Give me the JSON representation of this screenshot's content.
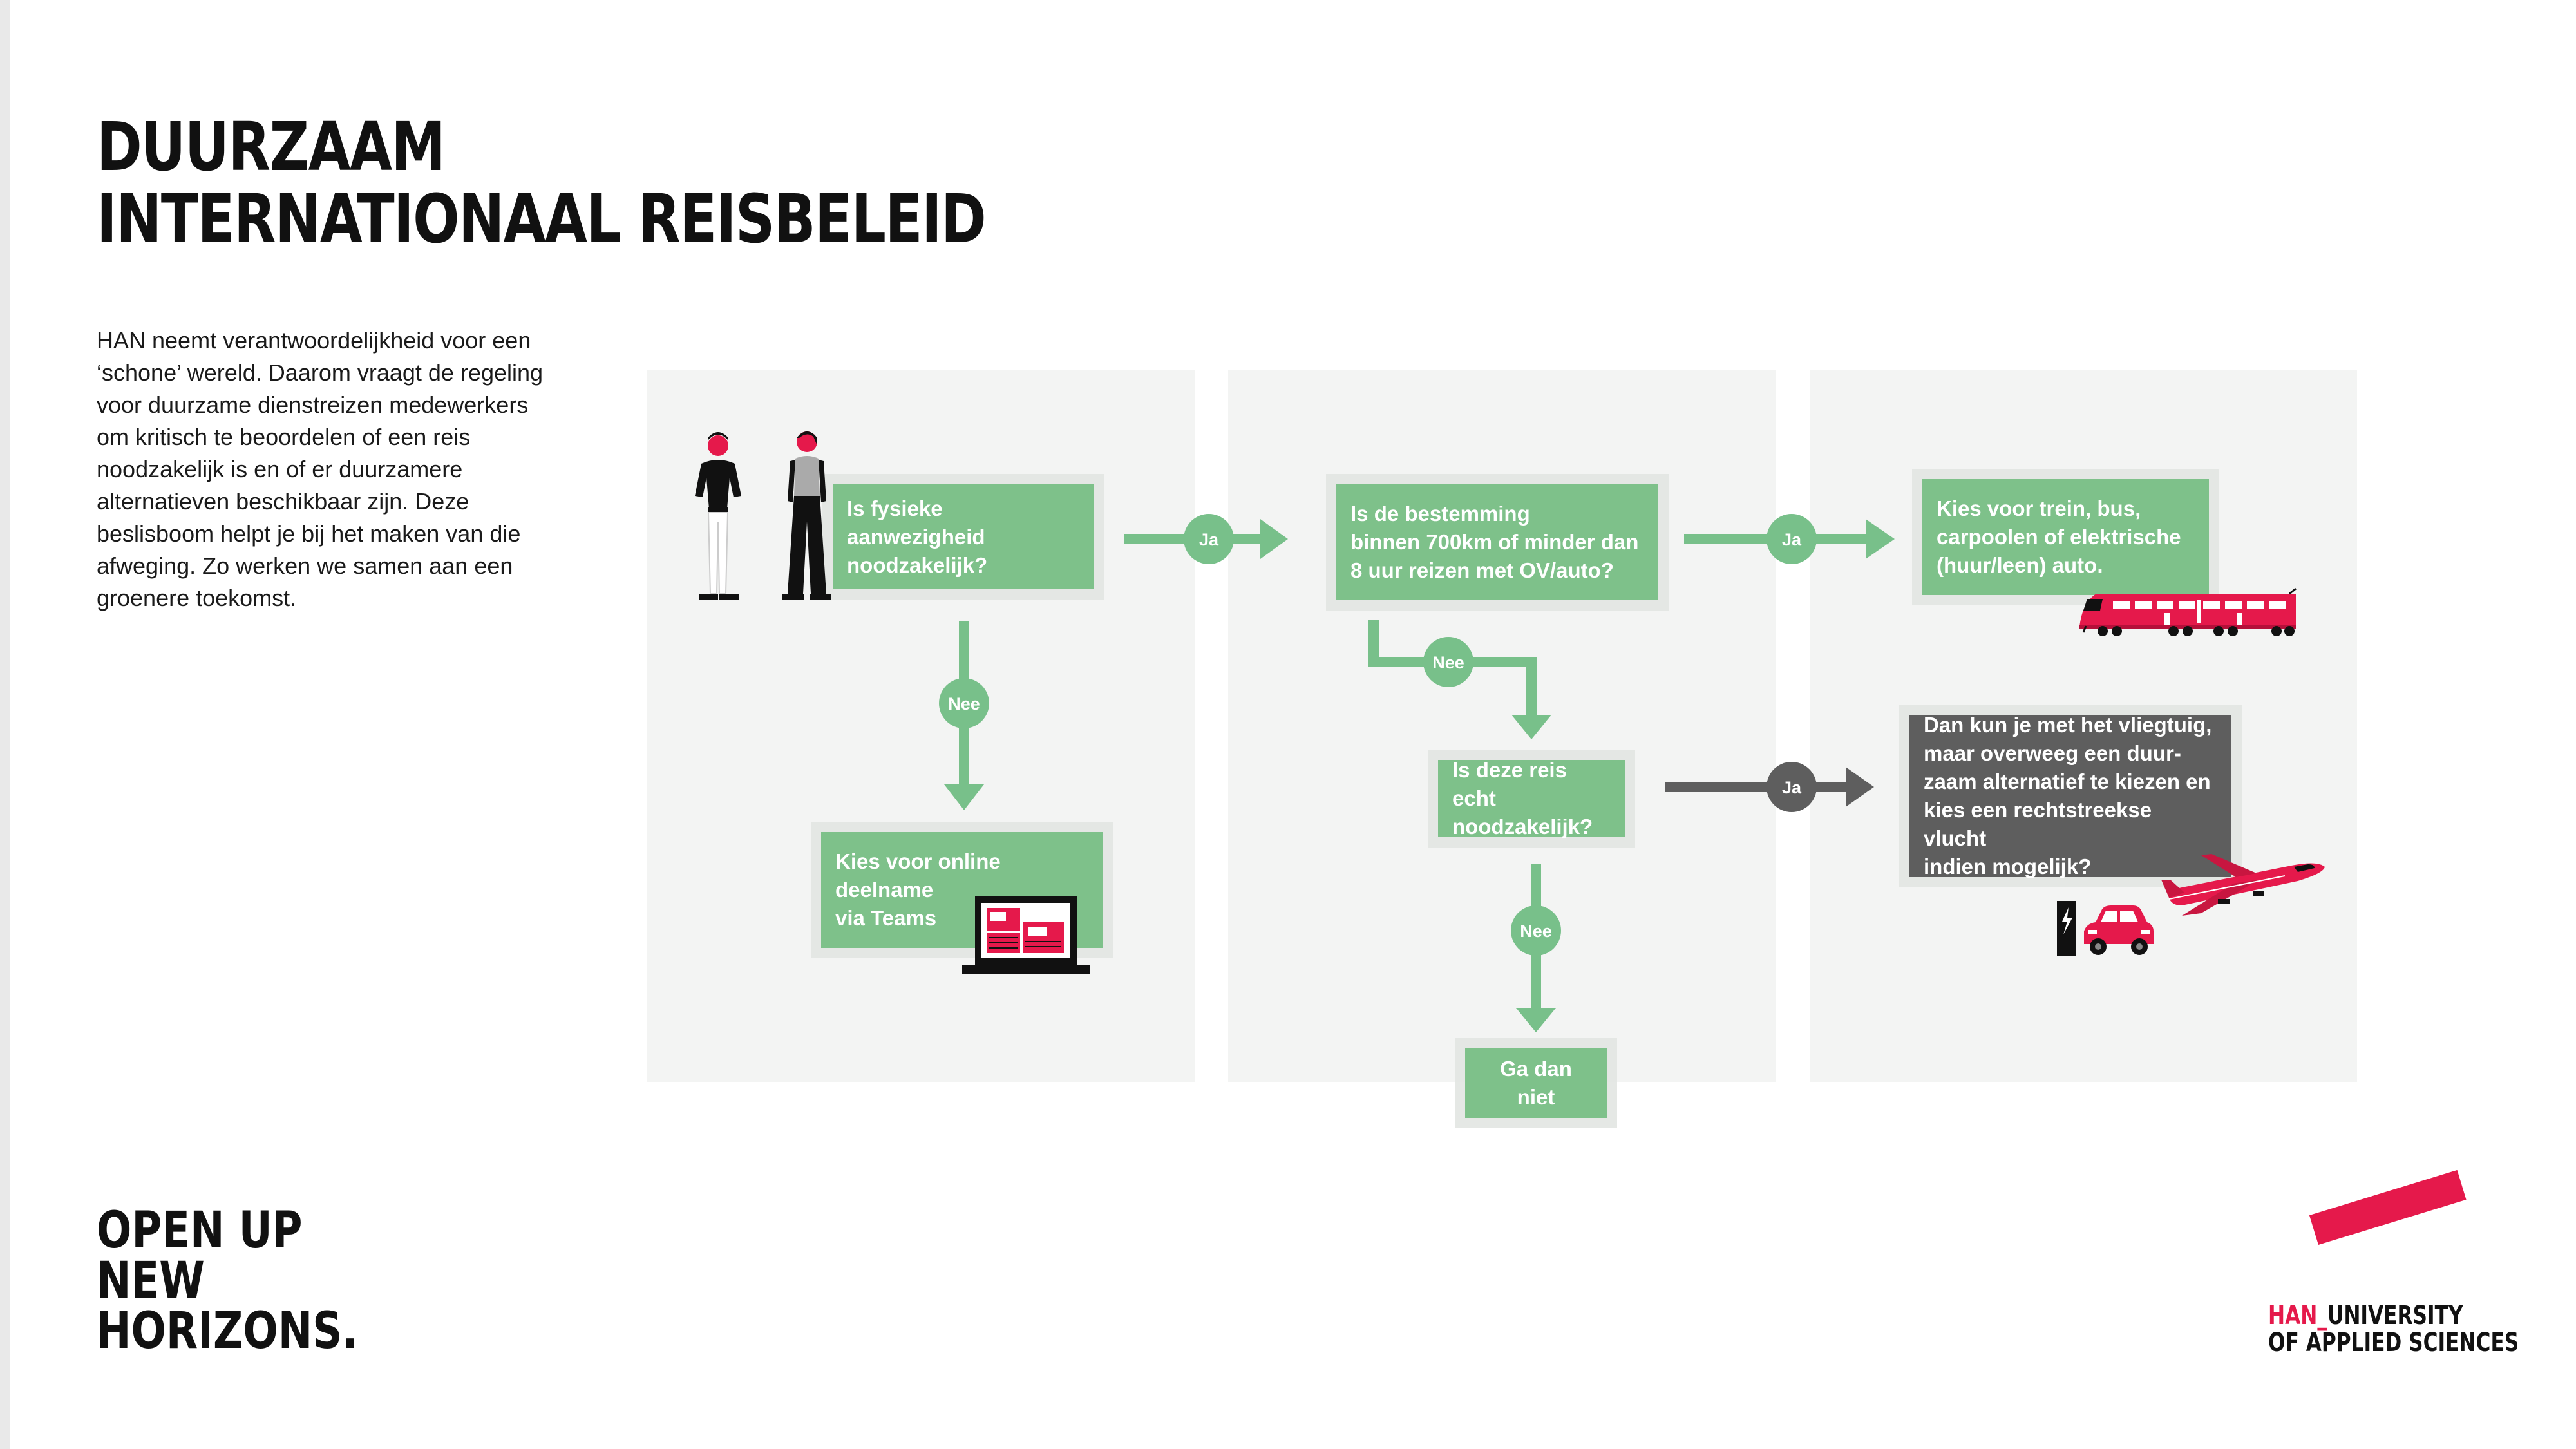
{
  "title": {
    "line1": "DUURZAAM",
    "line2": "INTERNATIONAAL REISBELEID"
  },
  "intro": "HAN neemt verantwoordelijkheid voor een ‘schone’ wereld. Daarom vraagt de regeling voor duurzame dienstreizen medewerkers om kritisch te beoordelen of een reis noodzakelijk is en of er duurzamere alternatieven beschikbaar zijn. Deze beslisboom helpt je bij het maken van die afweging. Zo werken we samen aan een groenere toekomst.",
  "flow": {
    "q1": "Is fysieke aanwezigheid\nnoodzakelijk?",
    "a_online": "Kies voor online\ndeelname\nvia Teams",
    "q2": "Is de bestemming\nbinnen 700km of minder dan\n8 uur reizen met OV/auto?",
    "a_trein": "Kies voor trein, bus,\ncarpoolen of elektrische\n(huur/leen) auto.",
    "q3": "Is deze reis echt\nnoodzakelijk?",
    "a_vliegtuig": "Dan kun je met het vliegtuig,\nmaar overweeg een duur-\nzaam alternatief te kiezen en\nkies een rechtstreekse vlucht\nindien mogelijk?",
    "a_niet": "Ga dan niet",
    "yes": "Ja",
    "no": "Nee"
  },
  "slogan": {
    "line1": "OPEN UP",
    "line2": "NEW",
    "line3": "HORIZONS."
  },
  "logo": {
    "han": "HAN_",
    "line1": "UNIVERSITY",
    "line2": "OF APPLIED SCIENCES"
  },
  "colors": {
    "green": "#7ec18a",
    "arrow_green": "#78c08a",
    "dark": "#5e5e5e",
    "accent": "#e5194b",
    "panel": "#f3f4f3"
  },
  "icons": [
    "people-icon",
    "laptop-icon",
    "train-icon",
    "airplane-icon",
    "electric-car-icon",
    "charging-station-icon"
  ]
}
